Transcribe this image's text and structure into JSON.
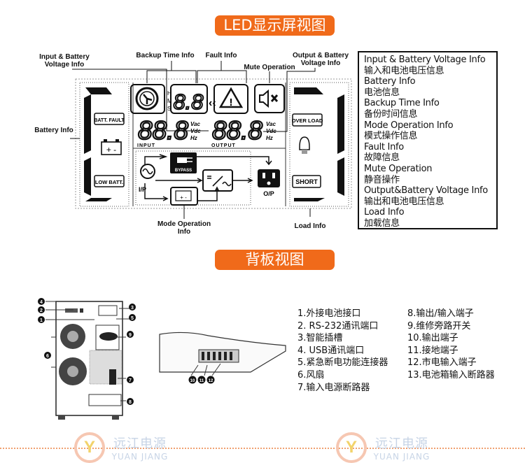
{
  "led_section": {
    "title": "LED显示屏视图"
  },
  "lcd": {
    "callouts": {
      "input_battery": "Input & Battery Voltage Info",
      "backup_time": "Backup Time Info",
      "fault": "Fault Info",
      "mute": "Mute Operation",
      "output_battery": "Output & Battery Voltage Info",
      "battery": "Battery Info",
      "mode": "Mode Operation Info",
      "load": "Load Info"
    },
    "segments": {
      "time": "8.8",
      "input": "88.8",
      "output": "88.8"
    },
    "hms": [
      "H",
      "M",
      "S"
    ],
    "units": [
      "Vac",
      "Vdc",
      "Hz"
    ],
    "input_label": "INPUT",
    "output_label": "OUTPUT",
    "batt_fault": "BATT. FAULT",
    "low_batt": "LOW BATT.",
    "over_load": "OVER LOAD",
    "short": "SHORT",
    "bypass": "BYPASS",
    "ip": "I/P",
    "op": "O/P"
  },
  "legend": [
    "Input & Battery Voltage Info",
    "输入和电池电压信息",
    "Battery Info",
    "电池信息",
    "Backup Time Info",
    "备份时间信息",
    "Mode Operation Info",
    "模式操作信息",
    "Fault Info",
    "故障信息",
    "Mute Operation",
    "静音操作",
    "Output&Battery Voltage Info",
    "输出和电池电压信息",
    "Load Info",
    "加载信息"
  ],
  "rear_section": {
    "title": "背板视图"
  },
  "rear_numbers": [
    "1",
    "2",
    "3",
    "4",
    "5",
    "6",
    "7",
    "8",
    "9",
    "10",
    "11",
    "12"
  ],
  "parts_left": [
    "1.外接电池接口",
    "2. RS-232通讯端口",
    "3.智能插槽",
    "4. USB通讯端口",
    "5.紧急断电功能连接器",
    "6.风扇",
    "7.输入电源断路器"
  ],
  "parts_right": [
    "8.输出/输入端子",
    "9.维修旁路开关",
    "10.输出端子",
    "11.接地端子",
    "12.市电输入端子",
    "13.电池箱输入断路器"
  ],
  "watermark": {
    "cn": "远江电源",
    "en": "YUAN JIANG",
    "logo": "Y"
  },
  "colors": {
    "accent": "#f06a1a",
    "watermark": "#c7d4e6"
  }
}
